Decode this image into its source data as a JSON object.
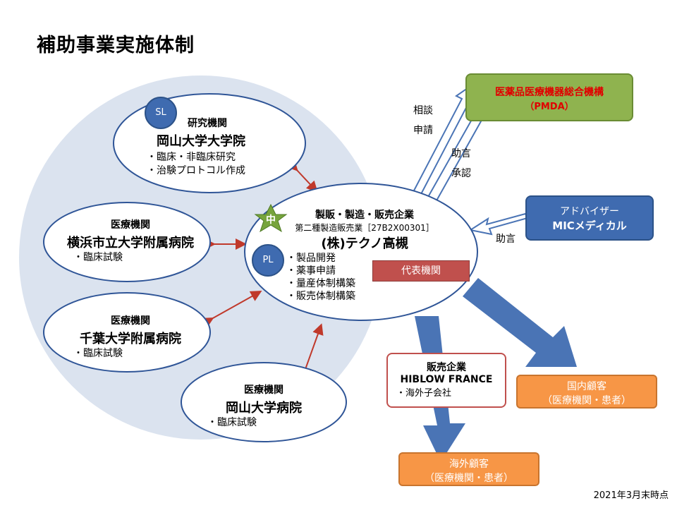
{
  "title": "補助事業実施体制",
  "date_note": "2021年3月末時点",
  "research": {
    "badge": "SL",
    "category": "研究機関",
    "name": "岡山大学大学院",
    "bullets": [
      "・臨床・非臨床研究",
      "・治験プロトコル作成"
    ]
  },
  "yokohama": {
    "category": "医療機関",
    "name": "横浜市立大学附属病院",
    "bullets": [
      "・臨床試験"
    ]
  },
  "chiba": {
    "category": "医療機関",
    "name": "千葉大学附属病院",
    "bullets": [
      "・臨床試験"
    ]
  },
  "okayama_hosp": {
    "category": "医療機関",
    "name": "岡山大学病院",
    "bullets": [
      "・臨床試験"
    ]
  },
  "main": {
    "star_label": "中",
    "pl_badge": "PL",
    "category": "製販・製造・販売企業",
    "license": "第二種製造販売業［27B2X00301］",
    "name": "(株)テクノ高槻",
    "bullets": [
      "・製品開発",
      "・薬事申請",
      "・量産体制構築",
      "・販売体制構築"
    ],
    "rep_label": "代表機関"
  },
  "pmda": {
    "line1": "医薬品医療機器総合機構",
    "line2": "（PMDA）"
  },
  "advisor": {
    "line1": "アドバイザー",
    "line2": "MICメディカル"
  },
  "sales": {
    "line1": "販売企業",
    "line2": "HIBLOW FRANCE",
    "line3": "・海外子会社"
  },
  "domestic": {
    "line1": "国内顧客",
    "line2": "（医療機関・患者）"
  },
  "overseas": {
    "line1": "海外顧客",
    "line2": "（医療機関・患者）"
  },
  "labels": {
    "consult": "相談",
    "apply": "申請",
    "advice": "助言",
    "approve": "承認",
    "advice2": "助言"
  },
  "colors": {
    "circle_bg": "#dbe3ef",
    "ellipse_border": "#2f5597",
    "badge": "#3f6bb0",
    "star": "#77a43c",
    "rep_box": "#c0504d",
    "pmda_fill": "#8fb34f",
    "pmda_text": "#e00000",
    "advisor": "#3f6bb0",
    "orange": "#f79646",
    "blue_arrow": "#4a74b5",
    "red_arrow": "#c0392b"
  }
}
